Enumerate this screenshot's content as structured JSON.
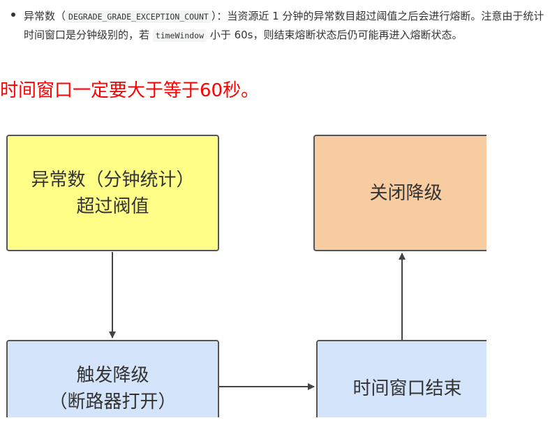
{
  "bullet": {
    "term": "异常数",
    "open_paren": "（",
    "code1": "DEGRADE_GRADE_EXCEPTION_COUNT",
    "close_paren": "）",
    "text1": "：当资源近 1 分钟的异常数目超过阈值之后会进行熔断。注意由于统计时间窗口是分钟级别的，若 ",
    "code2": "timeWindow",
    "text2": " 小于 60s，则结束熔断状态后仍可能再进入熔断状态。"
  },
  "heading": {
    "text": "时间窗口一定要大于等于60秒。",
    "color": "#ff0000"
  },
  "diagram": {
    "nodes": {
      "exception_count": {
        "label": "异常数（分钟统计）\n超过阀值",
        "color": "#ffff88"
      },
      "close_degrade": {
        "label": "关闭降级",
        "color": "#f8cca1"
      },
      "trigger_degrade": {
        "label": "触发降级\n（断路器打开）",
        "color": "#d4e4fa"
      },
      "window_end": {
        "label": "时间窗口结束",
        "color": "#d4e4fa"
      }
    },
    "edge_color": "#444444"
  }
}
